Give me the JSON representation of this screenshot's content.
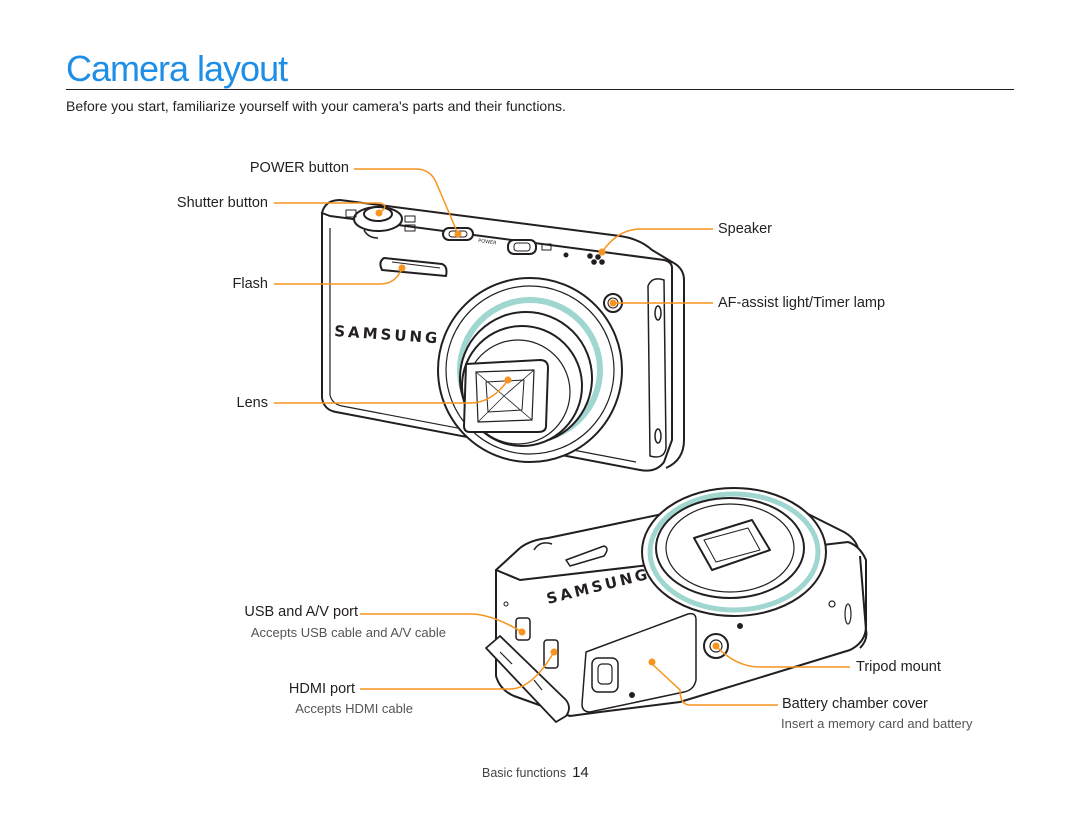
{
  "page": {
    "title": "Camera layout",
    "intro": "Before you start, familiarize yourself with your camera's parts and their functions."
  },
  "front_view": {
    "power_button": "POWER button",
    "shutter_button": "Shutter button",
    "flash": "Flash",
    "lens": "Lens",
    "speaker": "Speaker",
    "af_assist": "AF-assist light/Timer lamp",
    "brand": "SAMSUNG",
    "power_text": "POWER"
  },
  "back_view": {
    "usb_port": "USB and A/V port",
    "usb_desc": "Accepts USB cable and A/V cable",
    "hdmi_port": "HDMI port",
    "hdmi_desc": "Accepts HDMI cable",
    "tripod": "Tripod mount",
    "battery": "Battery chamber cover",
    "battery_desc": "Insert a memory card and battery",
    "brand": "SAMSUNG"
  },
  "footer": {
    "section": "Basic functions",
    "page_number": "14"
  },
  "colors": {
    "title": "#1f8ee6",
    "callout": "#f7941d",
    "ink": "#231f20"
  }
}
